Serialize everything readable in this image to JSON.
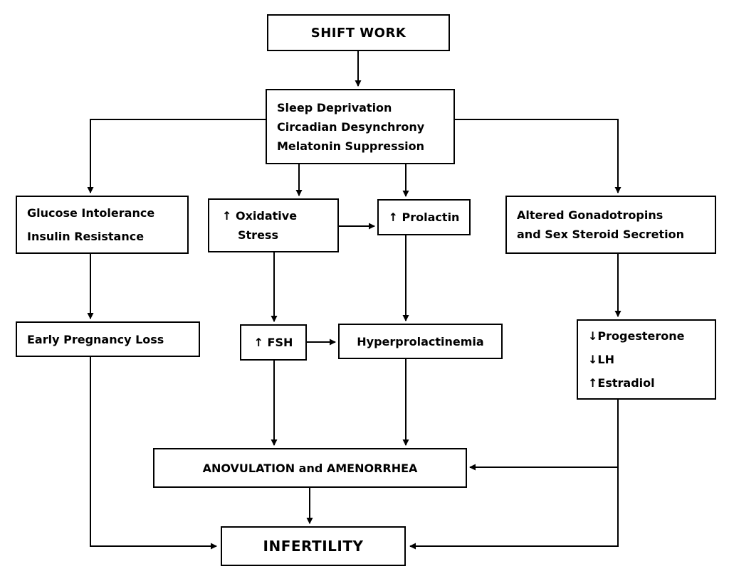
{
  "diagram": {
    "description": "Flowchart linking shift work to infertility"
  },
  "colors": {
    "border": "#000000",
    "background": "#ffffff",
    "text": "#000000"
  },
  "nodes": {
    "shift_work": {
      "label": "SHIFT WORK"
    },
    "sleep": {
      "lines": [
        "Sleep Deprivation",
        "Circadian Desynchrony",
        "Melatonin Suppression"
      ]
    },
    "glucose": {
      "lines": [
        "Glucose Intolerance",
        "Insulin Resistance"
      ]
    },
    "oxidative": {
      "lines": [
        "↑ Oxidative",
        "Stress"
      ]
    },
    "prolactin": {
      "label": "↑ Prolactin"
    },
    "gonadotropins": {
      "lines": [
        "Altered Gonadotropins",
        "and Sex Steroid Secretion"
      ]
    },
    "pregnancy_loss": {
      "label": "Early Pregnancy Loss"
    },
    "fsh": {
      "label": "↑ FSH"
    },
    "hyperprolactinemia": {
      "label": "Hyperprolactinemia"
    },
    "hormones": {
      "lines": [
        "↓Progesterone",
        "↓LH",
        "↑Estradiol"
      ]
    },
    "anovulation": {
      "label": "ANOVULATION and AMENORRHEA"
    },
    "infertility": {
      "label": "INFERTILITY"
    }
  }
}
